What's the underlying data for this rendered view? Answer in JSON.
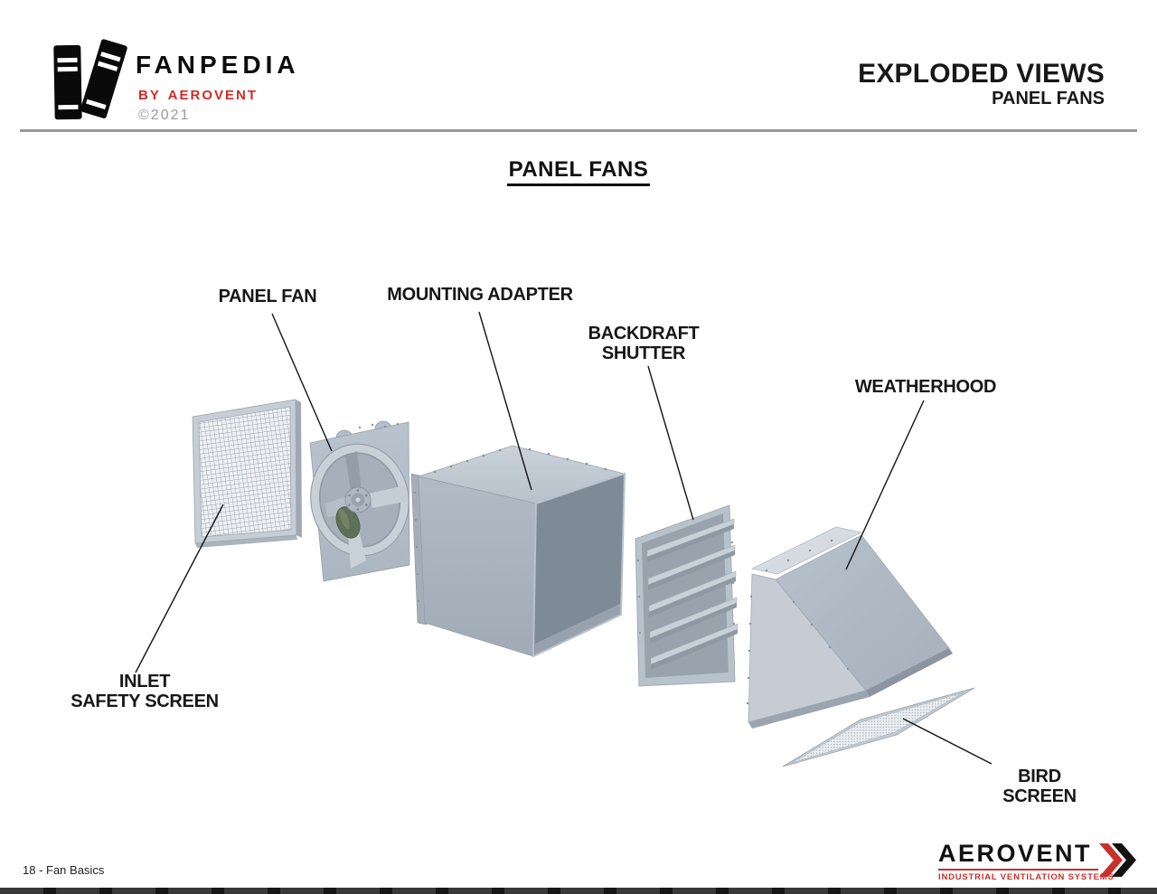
{
  "colors": {
    "accent_red": "#c9302c",
    "byline_red": "#d22b25",
    "steel_light": "#c6cdd4",
    "steel_mid": "#aab5c0",
    "steel_dark": "#828e9a",
    "label_ink": "#171717"
  },
  "header": {
    "brand": "FanPedia",
    "byline": "by Aerovent",
    "copyright": "©2021",
    "title": "EXPLODED VIEWS",
    "subtitle": "PANEL FANS"
  },
  "main": {
    "title": "PANEL FANS"
  },
  "diagram": {
    "labels": [
      {
        "id": "panel-fan",
        "text": "PANEL FAN"
      },
      {
        "id": "mounting-adapter",
        "text": "MOUNTING ADAPTER"
      },
      {
        "id": "backdraft-shutter",
        "text": "BACKDRAFT\nSHUTTER"
      },
      {
        "id": "weatherhood",
        "text": "WEATHERHOOD"
      },
      {
        "id": "inlet-safety-screen",
        "text": "INLET\nSAFETY SCREEN"
      },
      {
        "id": "bird-screen",
        "text": "BIRD SCREEN"
      }
    ]
  },
  "footer": {
    "page_label": "18 - Fan Basics",
    "brand": "AEROVENT",
    "tagline": "INDUSTRIAL VENTILATION SYSTEMS"
  }
}
